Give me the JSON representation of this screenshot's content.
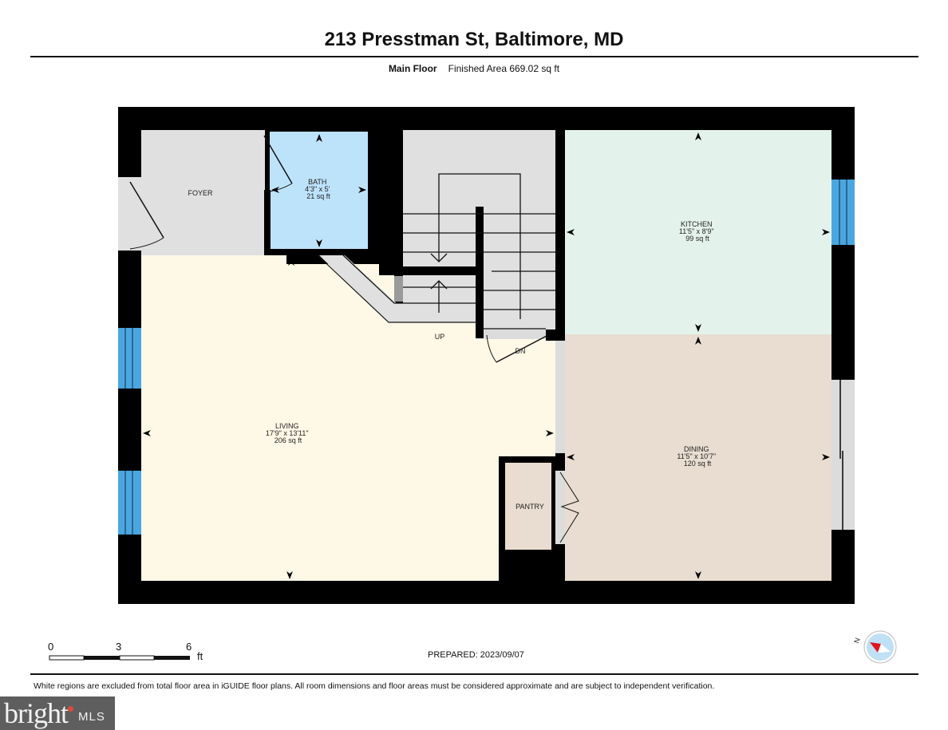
{
  "header": {
    "title": "213 Presstman St, Baltimore, MD",
    "floor_name": "Main Floor",
    "finished_area": "Finished Area 669.02 sq ft"
  },
  "rooms": [
    {
      "name": "FOYER",
      "dims": "",
      "area": "",
      "color": "#e0e0e0"
    },
    {
      "name": "BATH",
      "dims": "4'3\" x 5'",
      "area": "21 sq ft",
      "color": "#bde3fb"
    },
    {
      "name": "KITCHEN",
      "dims": "11'5\" x 8'9\"",
      "area": "99 sq ft",
      "color": "#e4f2ec"
    },
    {
      "name": "LIVING",
      "dims": "17'9\" x 13'11\"",
      "area": "206 sq ft",
      "color": "#fef8e6"
    },
    {
      "name": "DINING",
      "dims": "11'5\" x 10'7\"",
      "area": "120 sq ft",
      "color": "#e8ddd0"
    },
    {
      "name": "PANTRY",
      "dims": "",
      "area": "",
      "color": "#e8ddd0"
    }
  ],
  "stairs": {
    "up_label": "UP",
    "down_label": "DN"
  },
  "colors": {
    "wall": "#000000",
    "window": "#4aa6e0",
    "excluded": "#e0e0e0",
    "compass_red": "#e0141e",
    "compass_blue": "#bfe0f5"
  },
  "scale_bar": {
    "ticks": [
      "0",
      "3",
      "6"
    ],
    "unit": "ft"
  },
  "prepared": "PREPARED: 2023/09/07",
  "compass": {
    "label": "N"
  },
  "disclaimer": "White regions are excluded from total floor area in iGUIDE floor plans. All room dimensions and floor areas must be considered approximate and are subject to independent verification.",
  "logo": {
    "brand": "bright",
    "suffix": "MLS"
  }
}
